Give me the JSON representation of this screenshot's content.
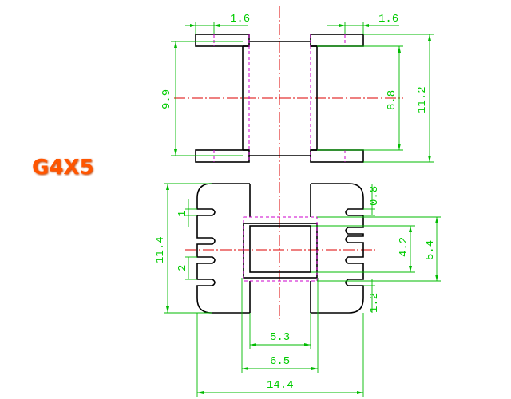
{
  "title": "G4X5",
  "dimensions": {
    "top_left_flange": "1.6",
    "top_right_flange": "1.6",
    "top_inner_height": "9.9",
    "top_core_height": "8.8",
    "top_total_height": "11.2",
    "bottom_slot": "0.8",
    "bottom_pin_gap": "1",
    "bottom_total_height": "11.4",
    "bottom_pitch": "2",
    "bottom_window_inner": "4.2",
    "bottom_window_outer": "5.4",
    "bottom_tab": "1.2",
    "bottom_width_inner": "5.3",
    "bottom_width_mid": "6.5",
    "bottom_width_total": "14.4"
  }
}
